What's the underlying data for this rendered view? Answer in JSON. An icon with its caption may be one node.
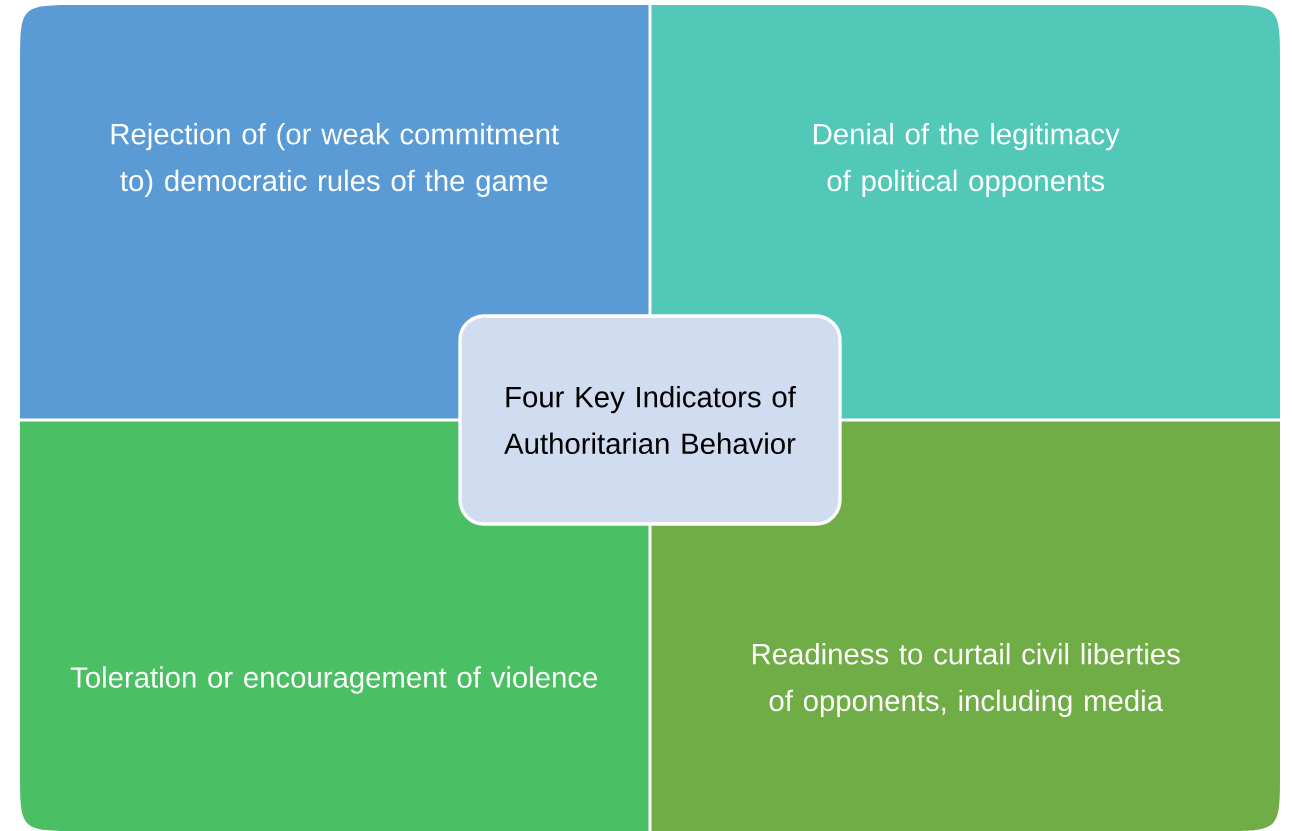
{
  "diagram": {
    "nodes": [
      {
        "text": [
          "Rejection of (or weak commitment to) democratic rules of the game"
        ]
      },
      {
        "text": [
          "Denial of the legitimacy of political opponents"
        ]
      },
      {
        "text": [
          "Toleration or encouragement of violence"
        ]
      },
      {
        "text": [
          "Readiness to curtail civil liberties of opponents, including media"
        ]
      },
      {
        "text": [
          "Four Key Indicators of Authoritarian Behavior"
        ]
      }
    ]
  }
}
